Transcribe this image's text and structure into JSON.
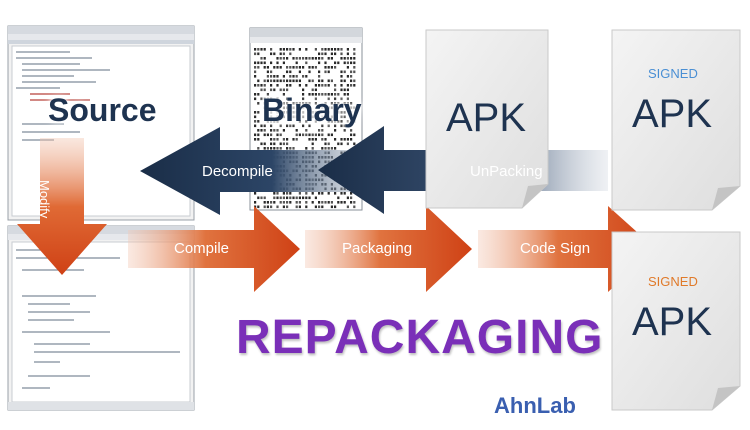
{
  "labels": {
    "source": "Source",
    "binary": "Binary",
    "modify": "Modify",
    "decompile": "Decompile",
    "unpacking": "UnPacking",
    "compile": "Compile",
    "packaging": "Packaging",
    "code_sign": "Code Sign",
    "apk_middle": "APK",
    "apk_signed_top": "APK",
    "signed_top": "SIGNED",
    "apk_signed_bottom": "APK",
    "signed_bottom": "SIGNED",
    "title": "REPACKAGING",
    "logo": "AhnLab"
  },
  "colors": {
    "navy_arrow": "#1e3350",
    "orange_arrow": "#d4461a",
    "signed_blue": "#4a8fd4",
    "signed_orange": "#e07a2a",
    "title_purple": "#7a2fb8",
    "logo_blue": "#3a5fb0"
  },
  "icons": [
    "ide-window-icon",
    "hex-editor-icon",
    "document-page-icon"
  ]
}
